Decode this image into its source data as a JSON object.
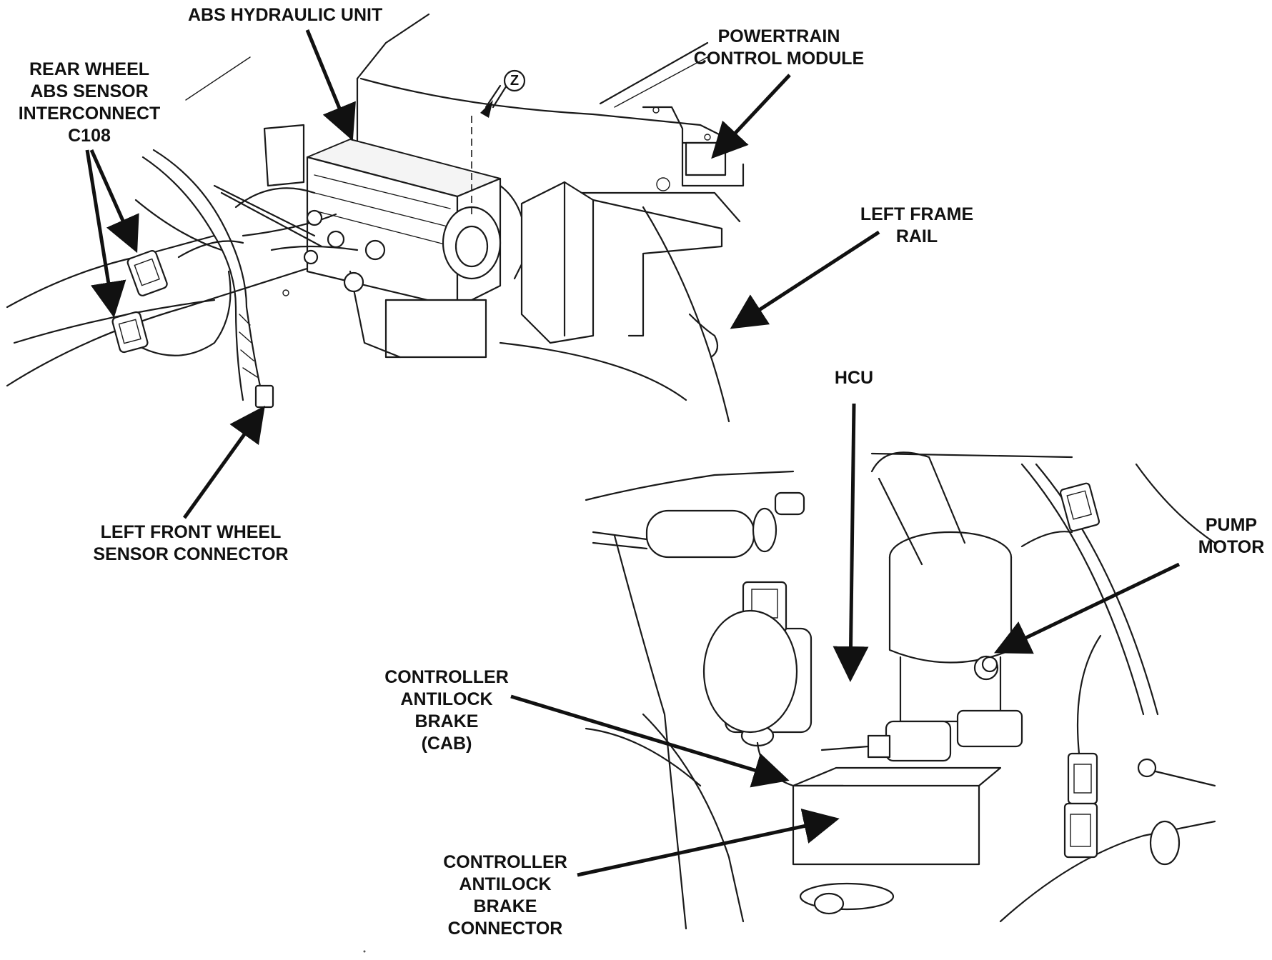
{
  "labels": {
    "abs_hydraulic_unit": "ABS HYDRAULIC UNIT",
    "rear_wheel_sensor": [
      "REAR WHEEL",
      "ABS SENSOR",
      "INTERCONNECT",
      "C108"
    ],
    "powertrain_control_module": [
      "POWERTRAIN",
      "CONTROL MODULE"
    ],
    "left_frame_rail": [
      "LEFT FRAME",
      "RAIL"
    ],
    "left_front_wheel_sensor": [
      "LEFT FRONT WHEEL",
      "SENSOR CONNECTOR"
    ],
    "hcu": "HCU",
    "pump_motor": [
      "PUMP",
      "MOTOR"
    ],
    "controller_antilock_brake": [
      "CONTROLLER",
      "ANTILOCK",
      "BRAKE",
      "(CAB)"
    ],
    "controller_antilock_brake_connector": [
      "CONTROLLER",
      "ANTILOCK",
      "BRAKE",
      "CONNECTOR"
    ],
    "direction_marker": "Z"
  }
}
